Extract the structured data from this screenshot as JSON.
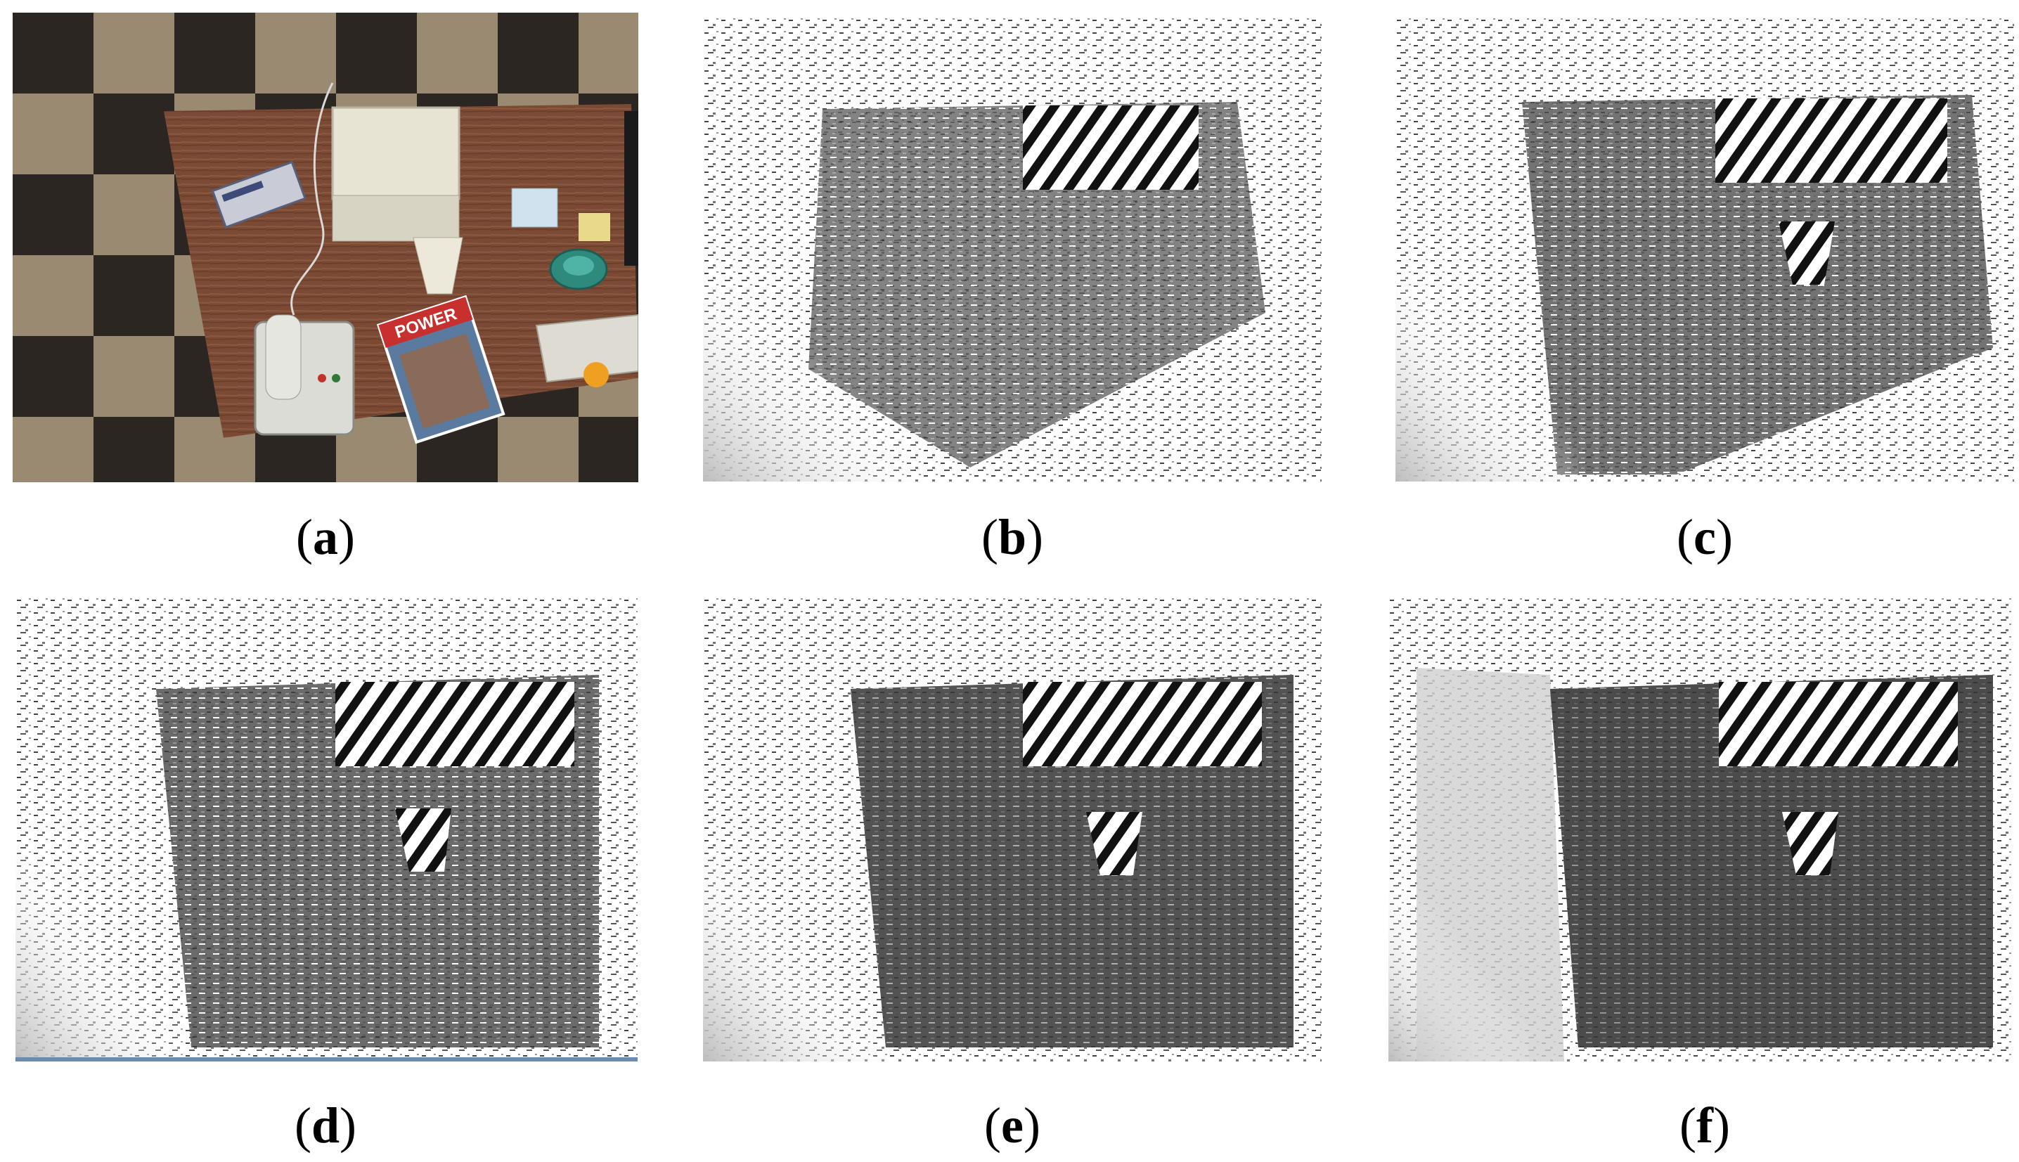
{
  "figure": {
    "panels": [
      {
        "id": "a",
        "label": "a",
        "kind": "rendered color scene: desk top view with printer, phone, magazine, keyboard, cup on checkered floor"
      },
      {
        "id": "b",
        "label": "b",
        "kind": "sparse grayscale depth/disparity map"
      },
      {
        "id": "c",
        "label": "c",
        "kind": "grayscale depth/disparity map"
      },
      {
        "id": "d",
        "label": "d",
        "kind": "grayscale depth/disparity map"
      },
      {
        "id": "e",
        "label": "e",
        "kind": "grayscale depth/disparity map"
      },
      {
        "id": "f",
        "label": "f",
        "kind": "grayscale depth/disparity map"
      }
    ],
    "magazine_text": "POWER",
    "colors": {
      "floor_dark": "#2b2622",
      "floor_light": "#9a8a72",
      "desk_wood": "#7a4a35",
      "printer": "#e8e4d4",
      "depth_desk": "#4a4a4a",
      "depth_floor": "#cfcfcf"
    }
  }
}
